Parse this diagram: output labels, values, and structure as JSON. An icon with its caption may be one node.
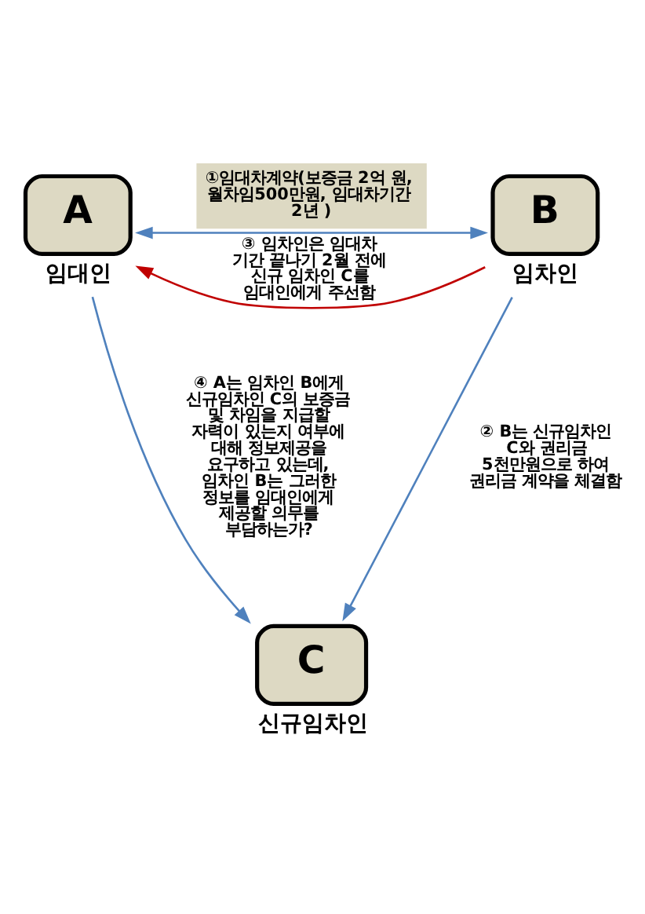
{
  "diagram": {
    "nodes": [
      {
        "text": [
          "A"
        ],
        "beside": [
          "임대인"
        ]
      },
      {
        "text": [
          "B"
        ],
        "beside": [
          "임차인"
        ]
      },
      {
        "text": [
          "C"
        ],
        "beside": [
          "신규임차인"
        ]
      }
    ],
    "edges": [
      {
        "from": 0,
        "to": 1,
        "arrow": "both",
        "label": "①임대차계약(보증금 2억 원, 월차임500만원, 임대차기간 2년 )"
      },
      {
        "from": 1,
        "to": 0,
        "arrow": "to",
        "color": "#c00000",
        "label": "③ 임차인은 임대차 기간 끝나기 2월 전에 신규 임차인 C를 임대인에게 주선함"
      },
      {
        "from": 0,
        "to": 2,
        "arrow": "to",
        "label": "④ A는 임차인 B에게 신규임차인 C의 보증금 및 차임을 지급할 자력이 있는지 여부에 대해 정보제공을 요구하고 있는데, 임차인 B는 그러한 정보를 임대인에게 제공할 의무를 부담하는가?"
      },
      {
        "from": 1,
        "to": 2,
        "arrow": "to",
        "label": "② B는 신규임차인 C와 권리금 5천만원으로 하여 권리금 계약을 체결함"
      }
    ]
  }
}
